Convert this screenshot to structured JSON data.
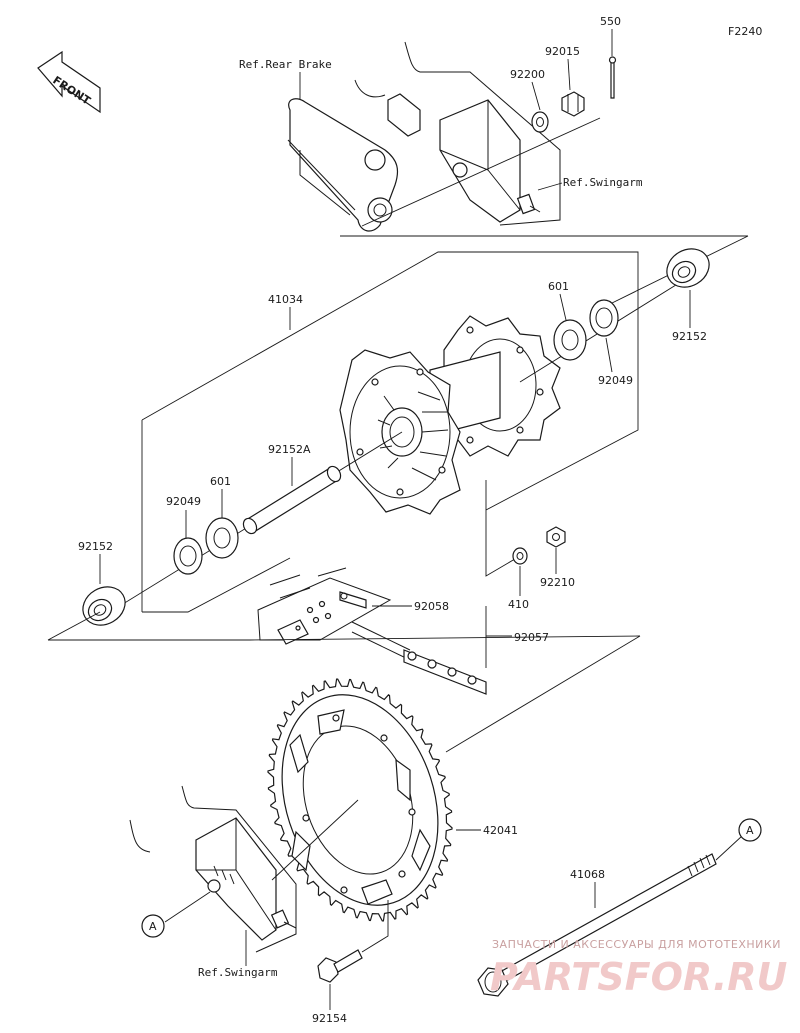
{
  "figure_code": "F2240",
  "front_label": "FRONT",
  "refs": {
    "rear_brake": "Ref.Rear Brake",
    "swingarm_top": "Ref.Swingarm",
    "swingarm_bottom": "Ref.Swingarm"
  },
  "callout_marker": "A",
  "parts": {
    "p550": "550",
    "p92015": "92015",
    "p92200": "92200",
    "p41034": "41034",
    "p92152_right": "92152",
    "p601_right": "601",
    "p92049_right": "92049",
    "p92152A": "92152A",
    "p601_left": "601",
    "p92049_left": "92049",
    "p92152_left": "92152",
    "p410": "410",
    "p92210": "92210",
    "p92058": "92058",
    "p92057": "92057",
    "p42041": "42041",
    "p41068": "41068",
    "p92154": "92154"
  },
  "watermark": {
    "tagline": "ЗАПЧАСТИ И АКСЕССУАРЫ ДЛЯ МОТОТЕХНИКИ",
    "brand": "PARTSFOR.RU"
  }
}
